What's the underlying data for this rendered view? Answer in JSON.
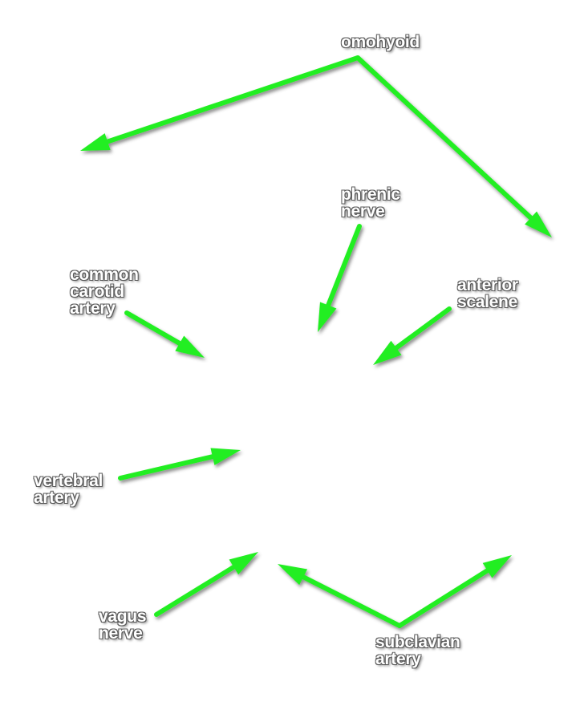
{
  "colors": {
    "background": "#ffffff",
    "arrow": "#22ee22",
    "label_text": "#ffffff",
    "label_outline": "#5a5a5a"
  },
  "labels": {
    "omohyoid": [
      "omohyoid"
    ],
    "phrenic_nerve": [
      "phrenic",
      "nerve"
    ],
    "common_carotid_artery": [
      "common",
      "carotid",
      "artery"
    ],
    "anterior_scalene": [
      "anterior",
      "scalene"
    ],
    "vertebral_artery": [
      "vertebral",
      "artery"
    ],
    "vagus_nerve": [
      "vagus",
      "nerve"
    ],
    "subclavian_artery": [
      "subclavian",
      "artery"
    ]
  }
}
